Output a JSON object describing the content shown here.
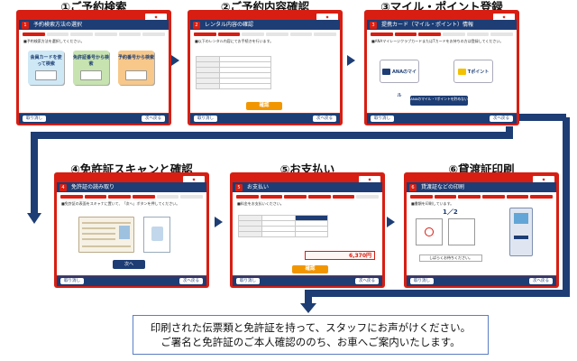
{
  "flow": {
    "steps": [
      {
        "title": "①ご予約検索",
        "screen_number": "1",
        "screen_header": "予約検索方法の選択",
        "screen_text": "■予約検索方法を選択してください。",
        "options": [
          "会員カードを使って検索",
          "免許証番号から検索",
          "予約番号から検索"
        ]
      },
      {
        "title": "②ご予約内容確認",
        "screen_number": "2",
        "screen_header": "レンタル内容の確認",
        "screen_text": "■以下のレンタル内容にてお手続きを行います。",
        "confirm_label": "確認"
      },
      {
        "title": "③マイル・ポイント登録",
        "screen_number": "3",
        "screen_header": "提携カード（マイル・ポイント）情報",
        "screen_text": "■ANAマイレージクラブカードまたはTカードをお持ちの方は登録してください。",
        "options": [
          "ANAのマイル",
          "Tポイント"
        ],
        "skip_label": "ANAのマイル・Tポイントを貯めない"
      },
      {
        "title": "④免許証スキャンと確認",
        "screen_number": "4",
        "screen_header": "免許証の読み取り",
        "screen_text": "■免許証の表面をスキャナに置いて、「次へ」ボタンを押してください。",
        "next_label": "次へ"
      },
      {
        "title": "⑤お支払い",
        "screen_number": "5",
        "screen_header": "お支払い",
        "screen_text": "■料金をお支払いください。",
        "total_amount": "6,370円",
        "confirm_label": "確認"
      },
      {
        "title": "⑥貸渡証印刷",
        "screen_number": "6",
        "screen_header": "貸渡証などの印刷",
        "screen_text": "■書類を印刷しています。",
        "page_count": "1／2",
        "print_note": "しばらくお待ちください。"
      }
    ],
    "common": {
      "back_label": "取り消し",
      "next_label": "次へ戻る"
    }
  },
  "message": {
    "line1": "印刷された伝票類と免許証を持って、スタッフにお声がけください。",
    "line2": "ご署名と免許証のご本人確認ののち、お車へご案内いたします。"
  }
}
